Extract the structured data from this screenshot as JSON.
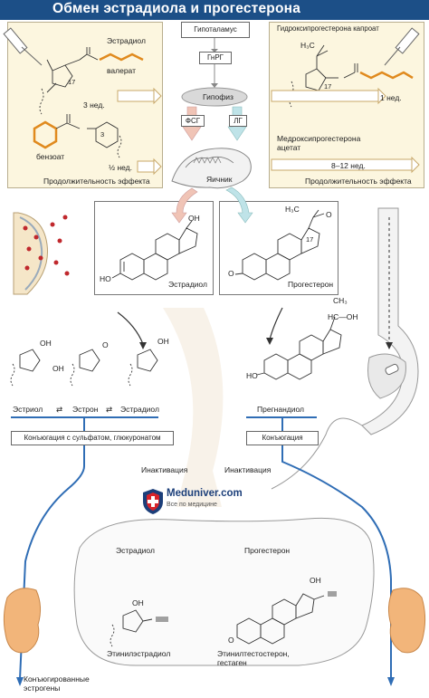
{
  "title": "Обмен эстрадиола и прогестерона",
  "left_panel": {
    "estradiol": "Эстрадиол",
    "valerate": "валерат",
    "weeks3": "3 нед.",
    "benzoate": "бензоат",
    "half_week": "½ нед.",
    "c17": "17",
    "c3": "3",
    "effect": "Продолжительность эффекта"
  },
  "right_panel": {
    "caproate": "Гидроксипрогестерона капроат",
    "week1": "1 нед.",
    "acetate": "Медроксипрогестерона ацетат",
    "weeks8_12": "8–12 нед.",
    "c17": "17",
    "effect": "Продолжительность эффекта"
  },
  "center": {
    "hypothalamus": "Гипоталамус",
    "gnrh": "ГнРГ",
    "pituitary": "Гипофиз",
    "fsh": "ФСГ",
    "lh": "ЛГ",
    "ovary": "Яичник",
    "estradiol": "Эстрадиол",
    "progesterone": "Прогестерон",
    "c17": "17"
  },
  "metabolism": {
    "estriol": "Эстриол",
    "estrone": "Эстрон",
    "estradiol": "Эстрадиол",
    "conjugation_left": "Конъюгация с сульфатом, глюкуронатом",
    "pregnanediol": "Прегнандиол",
    "conjugation_right": "Конъюгация",
    "inactivation_left": "Инактивация",
    "inactivation_right": "Инактивация",
    "liver_estradiol": "Эстрадиол",
    "liver_progesterone": "Прогестерон",
    "ethinylestradiol": "Этинилэстрадиол",
    "ethinyltestosterone": "Этинилтестостерон,",
    "gestagen": "гестаген",
    "conjugated_estrogens": "Конъюгированные эстрогены"
  },
  "chem": {
    "oh": "OH",
    "ho": "HO",
    "o": "O",
    "h3c": "H₃C",
    "ch3": "CH₃",
    "hcoh": "HC—OH"
  },
  "logo": {
    "name": "Meduniver.com",
    "tagline": "Все по медицине"
  },
  "colors": {
    "title_bg": "#1c4f87",
    "panel_bg": "#fcf6df",
    "blue_line": "#2f6db5",
    "pink": "#e8b4a8",
    "teal": "#9fd0d6",
    "kidney": "#f2b57a"
  }
}
